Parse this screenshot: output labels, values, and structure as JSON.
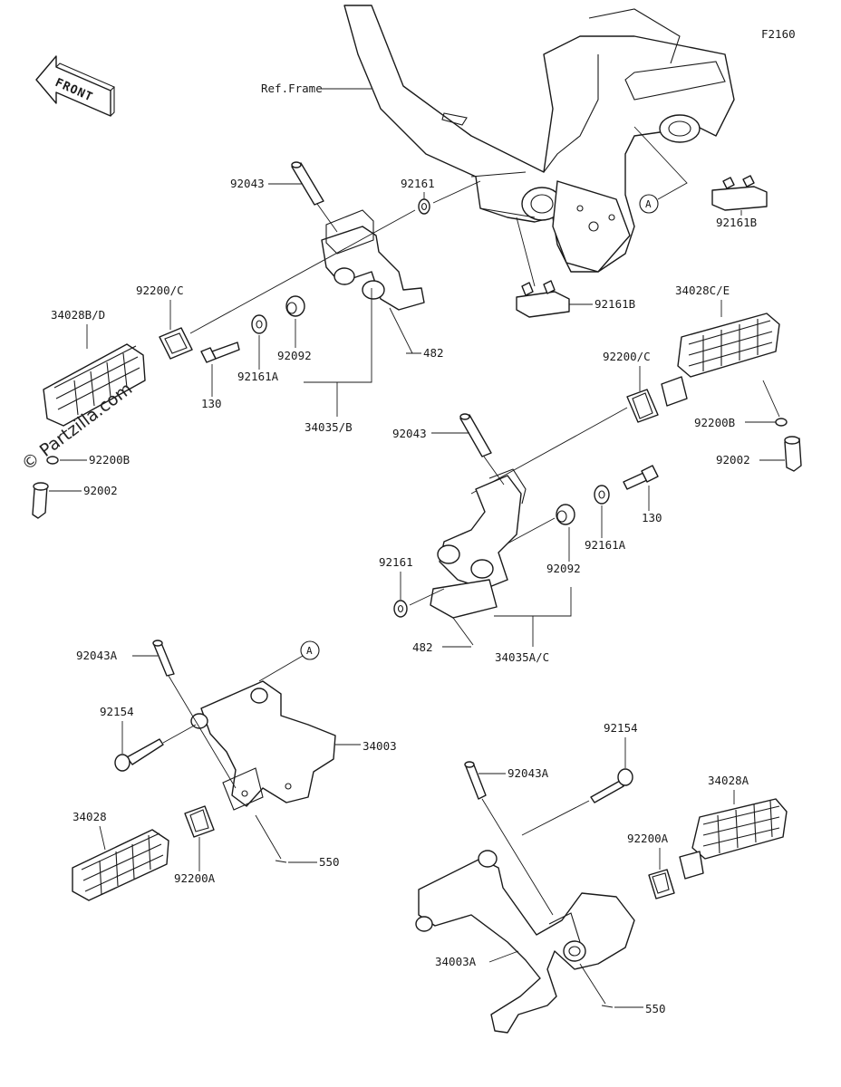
{
  "diagram_code": "F2160",
  "front_label": "FRONT",
  "ref_frame": "Ref.Frame",
  "watermark": "© Partzilla.com",
  "ref_marker": "A",
  "labels": {
    "p92043_top": "92043",
    "p92161_top": "92161",
    "p92161b_right": "92161B",
    "p92161b_mid": "92161B",
    "p34028bd": "34028B/D",
    "p92200c_left": "92200/C",
    "p130_left": "130",
    "p92161a_left": "92161A",
    "p92092_left": "92092",
    "p482_left": "482",
    "p34035b": "34035/B",
    "p92200b_left": "92200B",
    "p92002_left": "92002",
    "p34028ce": "34028C/E",
    "p92200c_right": "92200/C",
    "p92200b_right": "92200B",
    "p92002_right": "92002",
    "p92043_mid": "92043",
    "p130_right": "130",
    "p92161a_right": "92161A",
    "p92092_right": "92092",
    "p92161_mid": "92161",
    "p482_mid": "482",
    "p34035ac": "34035A/C",
    "p92043a_left": "92043A",
    "p92154_left": "92154",
    "p34003": "34003",
    "p34028": "34028",
    "p92200a_left": "92200A",
    "p550_left": "550",
    "p92154_right": "92154",
    "p92043a_right": "92043A",
    "p34028a": "34028A",
    "p92200a_right": "92200A",
    "p34003a": "34003A",
    "p550_right": "550"
  }
}
